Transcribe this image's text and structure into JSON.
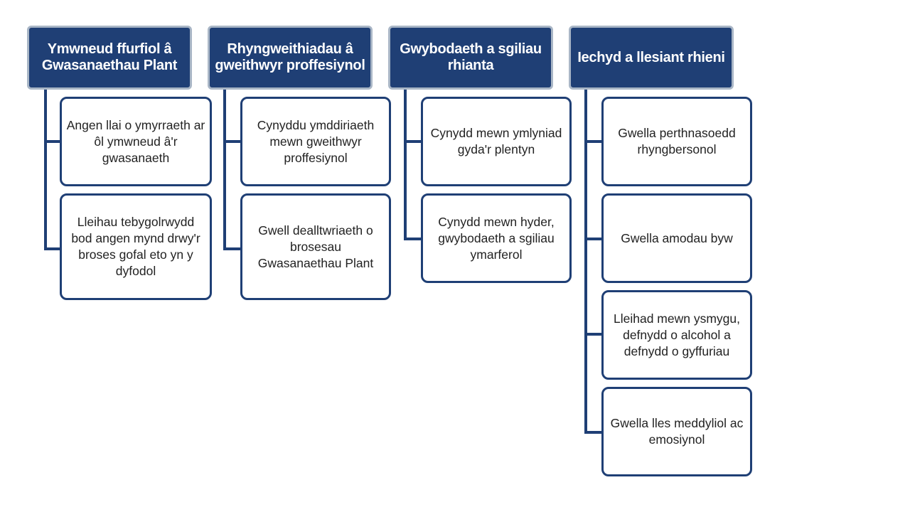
{
  "colors": {
    "header_fill": "#1f3f75",
    "header_border": "#a9b6c6",
    "box_border": "#1f3f75",
    "text": "#222222"
  },
  "columns": [
    {
      "title": "Ymwneud ffurfiol â Gwasanaethau Plant",
      "items": [
        "Angen llai o ymyrraeth ar ôl ymwneud â'r gwasanaeth",
        "Lleihau tebygolrwydd bod angen mynd drwy'r broses gofal eto yn y dyfodol"
      ]
    },
    {
      "title": "Rhyngweithiadau â gweithwyr proffesiynol",
      "items": [
        "Cynyddu ymddiriaeth mewn gweithwyr proffesiynol",
        "Gwell dealltwriaeth o brosesau Gwasanaethau Plant"
      ]
    },
    {
      "title": "Gwybodaeth a sgiliau rhianta",
      "items": [
        "Cynydd mewn ymlyniad gyda'r plentyn",
        "Cynydd mewn hyder, gwybodaeth a sgiliau ymarferol"
      ]
    },
    {
      "title": "Iechyd a llesiant rhieni",
      "items": [
        "Gwella perthnasoedd rhyngbersonol",
        "Gwella amodau byw",
        "Lleihad mewn ysmygu, defnydd o alcohol a defnydd o gyffuriau",
        "Gwella lles meddyliol ac emosiynol"
      ]
    }
  ]
}
